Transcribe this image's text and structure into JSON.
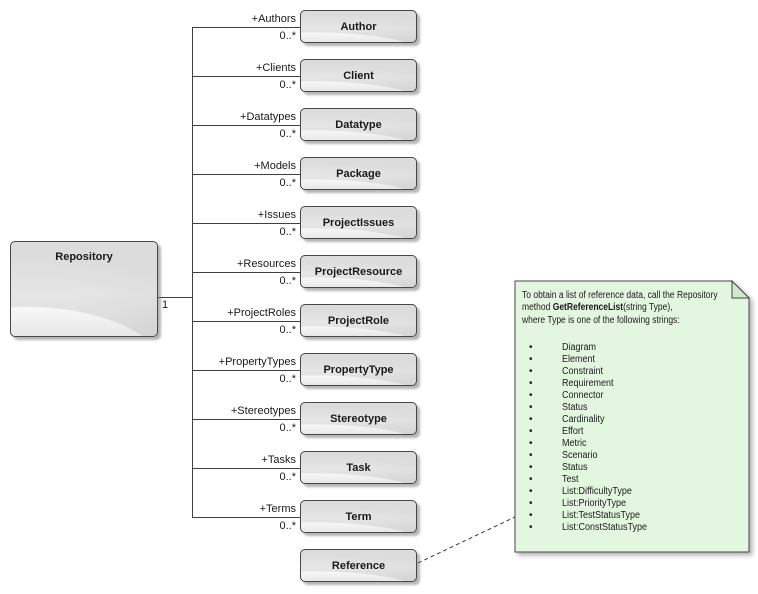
{
  "diagram": {
    "background_color": "#ffffff",
    "line_color": "#404040",
    "node_border_color": "#474747",
    "node_fill_top": "#dcdcdc",
    "node_fill_bottom": "#ffffff"
  },
  "repository": {
    "name": "Repository",
    "multiplicity": "1"
  },
  "classes": [
    {
      "name": "Author",
      "role": "+Authors",
      "multiplicity": "0..*"
    },
    {
      "name": "Client",
      "role": "+Clients",
      "multiplicity": "0..*"
    },
    {
      "name": "Datatype",
      "role": "+Datatypes",
      "multiplicity": "0..*"
    },
    {
      "name": "Package",
      "role": "+Models",
      "multiplicity": "0..*"
    },
    {
      "name": "ProjectIssues",
      "role": "+Issues",
      "multiplicity": "0..*"
    },
    {
      "name": "ProjectResource",
      "role": "+Resources",
      "multiplicity": "0..*"
    },
    {
      "name": "ProjectRole",
      "role": "+ProjectRoles",
      "multiplicity": "0..*"
    },
    {
      "name": "PropertyType",
      "role": "+PropertyTypes",
      "multiplicity": "0..*"
    },
    {
      "name": "Stereotype",
      "role": "+Stereotypes",
      "multiplicity": "0..*"
    },
    {
      "name": "Task",
      "role": "+Tasks",
      "multiplicity": "0..*"
    },
    {
      "name": "Term",
      "role": "+Terms",
      "multiplicity": "0..*"
    },
    {
      "name": "Reference",
      "role": "",
      "multiplicity": ""
    }
  ],
  "note": {
    "line1": "To obtain a list of reference data, call the Repository",
    "line2_prefix": "method ",
    "line2_bold": "GetReferenceList",
    "line2_suffix": "(string Type),",
    "line3": "where Type is one of the following strings:",
    "bullet": "•",
    "items": [
      "Diagram",
      "Element",
      "Constraint",
      "Requirement",
      "Connector",
      "Status",
      "Cardinality",
      "Effort",
      "Metric",
      "Scenario",
      "Status",
      "Test",
      "List:DifficultyType",
      "List:PriorityType",
      "List:TestStatusType",
      "List:ConstStatusType"
    ],
    "bg_color": "#e3f6e0",
    "fold_color": "#cfe9cb"
  }
}
